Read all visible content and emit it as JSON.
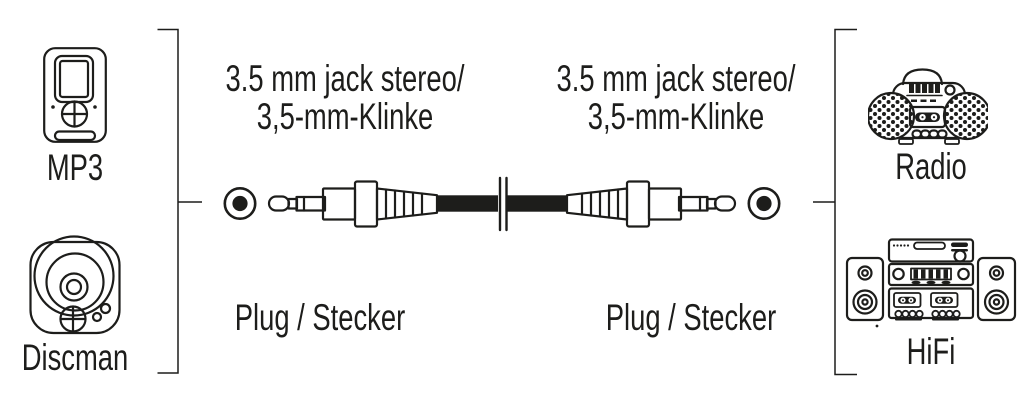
{
  "canvas": {
    "background": "#ffffff",
    "ink_color": "#1d1d1b"
  },
  "source_devices": {
    "items": [
      {
        "label": "MP3",
        "icon": "mp3-player-icon"
      },
      {
        "label": "Discman",
        "icon": "discman-icon"
      }
    ]
  },
  "target_devices": {
    "items": [
      {
        "label": "Radio",
        "icon": "boombox-radio-icon"
      },
      {
        "label": "HiFi",
        "icon": "hifi-system-icon"
      }
    ]
  },
  "cable": {
    "left_connector": {
      "name_line1": "3.5 mm jack stereo/",
      "name_line2": "3,5-mm-Klinke",
      "part_label": "Plug / Stecker"
    },
    "right_connector": {
      "name_line1": "3.5 mm jack stereo/",
      "name_line2": "3,5-mm-Klinke",
      "part_label": "Plug / Stecker"
    }
  }
}
